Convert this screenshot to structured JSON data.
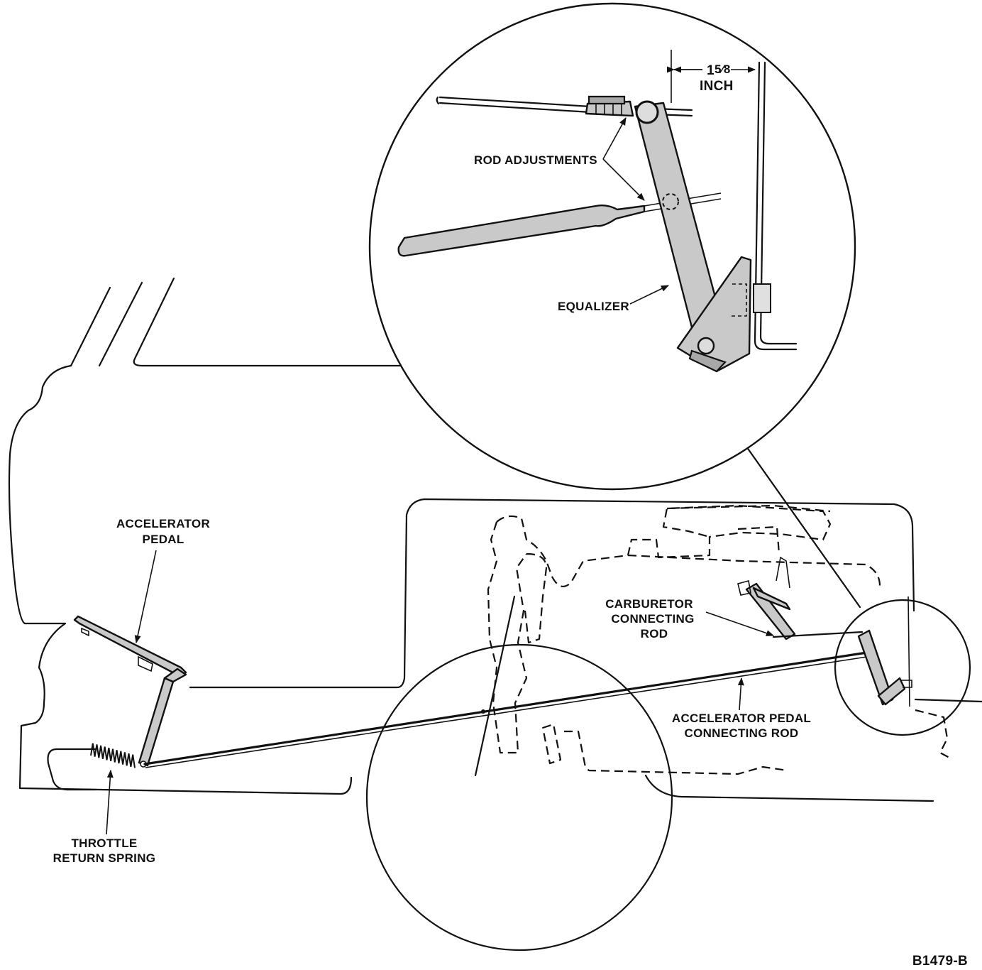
{
  "labels": {
    "dimension_whole": "1",
    "dimension_frac": "5⁄8",
    "dimension_unit": "INCH",
    "rod_adjustments": "ROD ADJUSTMENTS",
    "equalizer": "EQUALIZER",
    "accelerator_pedal_line1": "ACCELERATOR",
    "accelerator_pedal_line2": "PEDAL",
    "carburetor_rod_line1": "CARBURETOR",
    "carburetor_rod_line2": "CONNECTING",
    "carburetor_rod_line3": "ROD",
    "connecting_rod_line1": "ACCELERATOR PEDAL",
    "connecting_rod_line2": "CONNECTING ROD",
    "spring_line1": "THROTTLE",
    "spring_line2": "RETURN SPRING",
    "figure_id": "B1479-B"
  },
  "colors": {
    "ink": "#111111",
    "part_fill": "#c9c9c9",
    "background": "#ffffff"
  }
}
